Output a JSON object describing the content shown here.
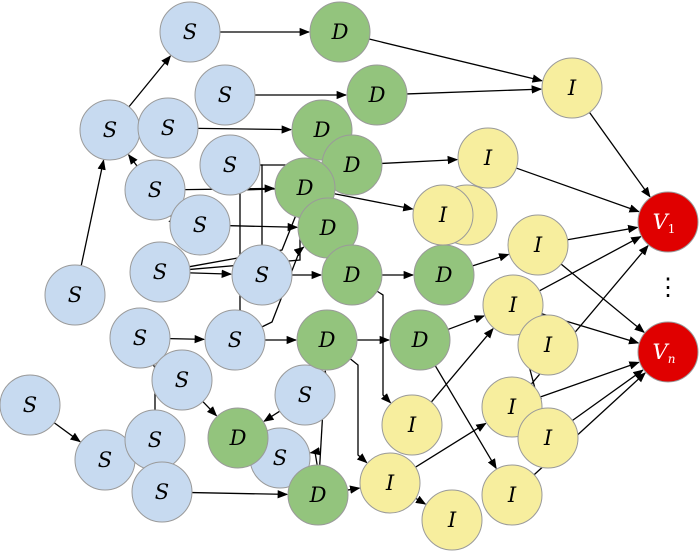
{
  "diagram": {
    "colors": {
      "S": "#c7daf0",
      "D": "#93c47d",
      "I": "#f7ee9e",
      "V": "#e00000",
      "stroke": "#9a9a9a"
    },
    "labels": {
      "S": "S",
      "D": "D",
      "I": "I"
    },
    "outputs": [
      {
        "id": "v1",
        "main": "V",
        "sub": "1"
      },
      {
        "id": "vn",
        "main": "V",
        "sub": "n"
      }
    ],
    "ellipsis": "⋮"
  }
}
